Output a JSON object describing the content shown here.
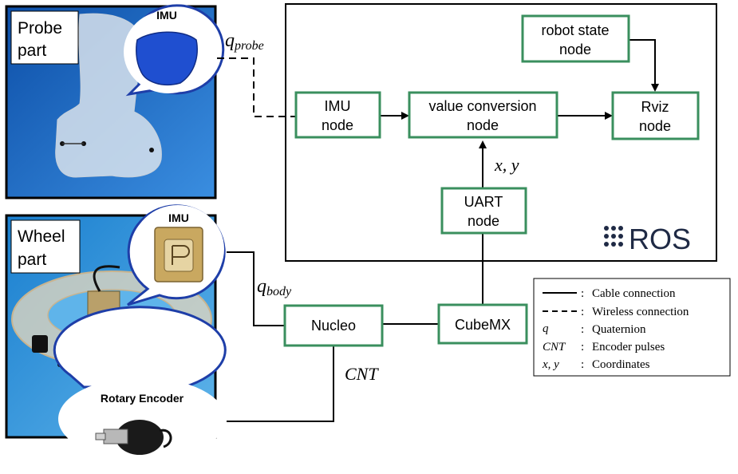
{
  "probe": {
    "label_line1": "Probe",
    "label_line2": "part",
    "imu_label": "IMU"
  },
  "wheel": {
    "label_line1": "Wheel",
    "label_line2": "part",
    "imu_label": "IMU",
    "encoder_label": "Rotary Encoder"
  },
  "signals": {
    "q_probe_base": "q",
    "q_probe_sub": "probe",
    "q_body_base": "q",
    "q_body_sub": "body",
    "cnt": "CNT",
    "xy": "x, y"
  },
  "nodes": {
    "imu_line1": "IMU",
    "imu_line2": "node",
    "value_conv_line1": "value conversion",
    "value_conv_line2": "node",
    "robot_state_line1": "robot state",
    "robot_state_line2": "node",
    "rviz_line1": "Rviz",
    "rviz_line2": "node",
    "uart_line1": "UART",
    "uart_line2": "node",
    "nucleo": "Nucleo",
    "cubemx": "CubeMX"
  },
  "ros_logo_text": "ROS",
  "legend": {
    "rows": [
      {
        "key": "",
        "colon": ":",
        "text": "Cable connection"
      },
      {
        "key": "",
        "colon": ":",
        "text": "Wireless connection"
      },
      {
        "key": "q",
        "colon": ":",
        "text": "Quaternion"
      },
      {
        "key": "CNT",
        "colon": ":",
        "text": "Encoder pulses"
      },
      {
        "key": "x, y",
        "colon": ":",
        "text": "Coordinates"
      }
    ]
  },
  "colors": {
    "node_border": "#3a8f5e",
    "frame": "#000000",
    "photo_bg_probe": "#1c6fc4",
    "photo_bg_wheel": "#2a8fd6",
    "imu_blue": "#1f4fd0"
  }
}
